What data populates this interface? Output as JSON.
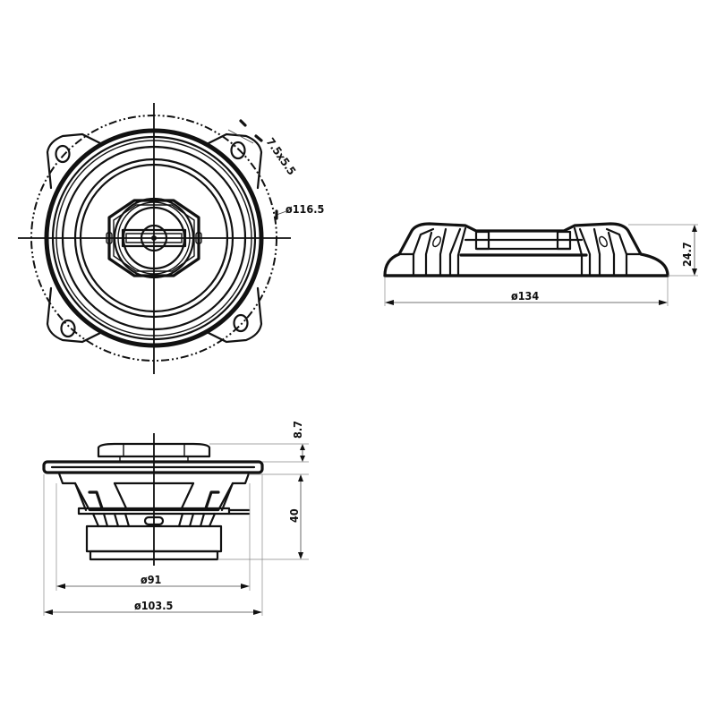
{
  "drawing": {
    "title": "Coaxial speaker dimensional drawing",
    "line_color": "#111111",
    "background": "#ffffff",
    "views": {
      "front": {
        "name": "front-view",
        "labels": {
          "mounting_hole": "7.5x5.5",
          "bolt_circle": "ø116.5"
        }
      },
      "top": {
        "name": "top-view",
        "labels": {
          "overall_diameter": "ø134",
          "height": "24.7"
        }
      },
      "side": {
        "name": "side-view",
        "labels": {
          "tweeter_protrusion": "8.7",
          "mounting_depth": "40",
          "cutout_diameter": "ø91",
          "flange_diameter": "ø103.5"
        }
      }
    }
  }
}
